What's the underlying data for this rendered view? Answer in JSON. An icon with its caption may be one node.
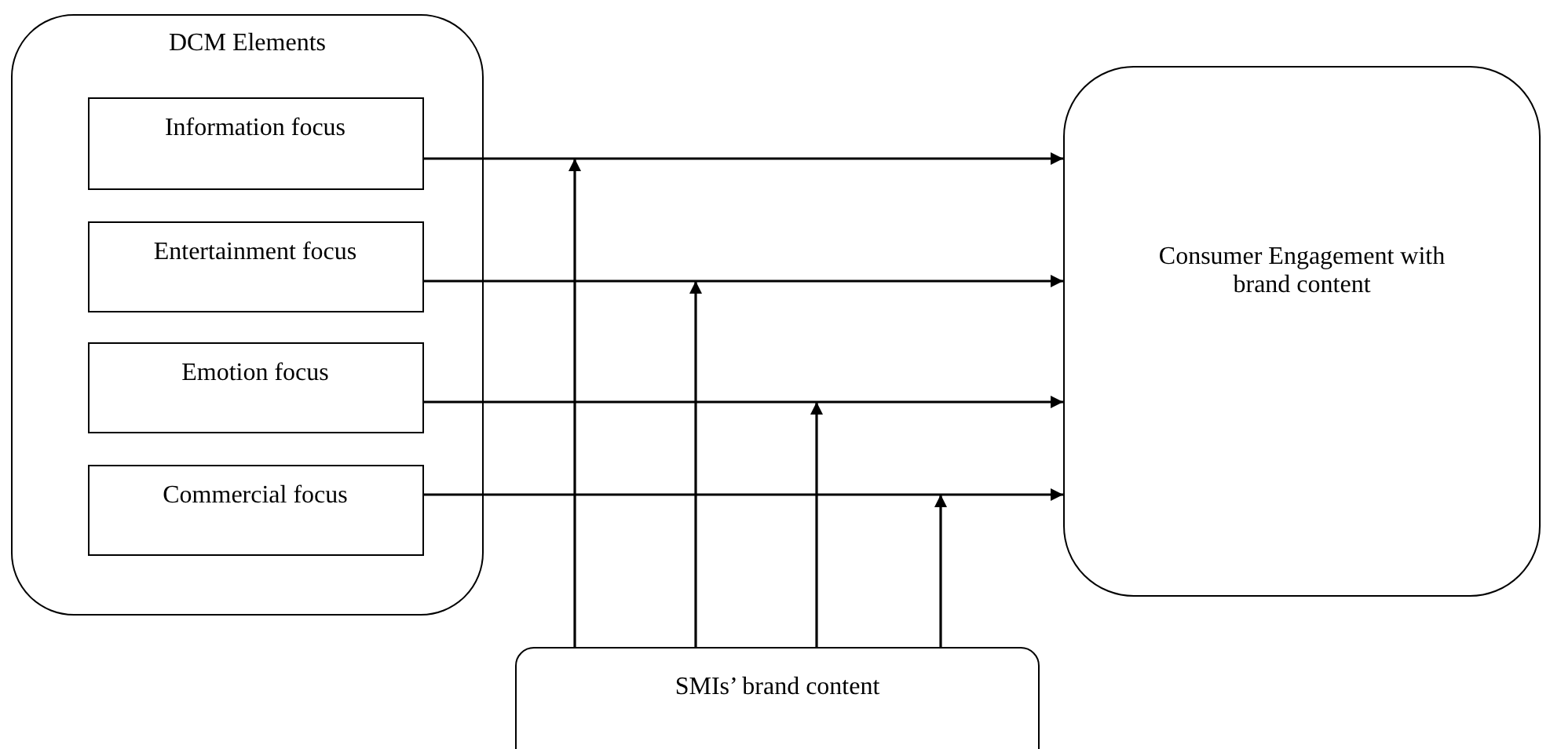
{
  "diagram": {
    "nodes": [
      {
        "text": [
          "DCM Elements"
        ]
      },
      {
        "text": [
          "Information focus"
        ],
        "in": 0
      },
      {
        "text": [
          "Entertainment focus"
        ],
        "in": 0
      },
      {
        "text": [
          "Emotion focus"
        ],
        "in": 0
      },
      {
        "text": [
          "Commercial focus"
        ],
        "in": 0
      },
      {
        "text": [
          "Consumer Engagement with brand content"
        ]
      },
      {
        "text": [
          "SMIs’ brand content"
        ]
      }
    ],
    "edges": [
      {
        "from": 1,
        "to": 5,
        "arrow": "to"
      },
      {
        "from": 2,
        "to": 5,
        "arrow": "to"
      },
      {
        "from": 3,
        "to": 5,
        "arrow": "to"
      },
      {
        "from": 4,
        "to": 5,
        "arrow": "to"
      },
      {
        "from": 6,
        "to": null,
        "arrow": "to"
      },
      {
        "from": 6,
        "to": null,
        "arrow": "to"
      },
      {
        "from": 6,
        "to": null,
        "arrow": "to"
      },
      {
        "from": 6,
        "to": null,
        "arrow": "to"
      }
    ]
  }
}
